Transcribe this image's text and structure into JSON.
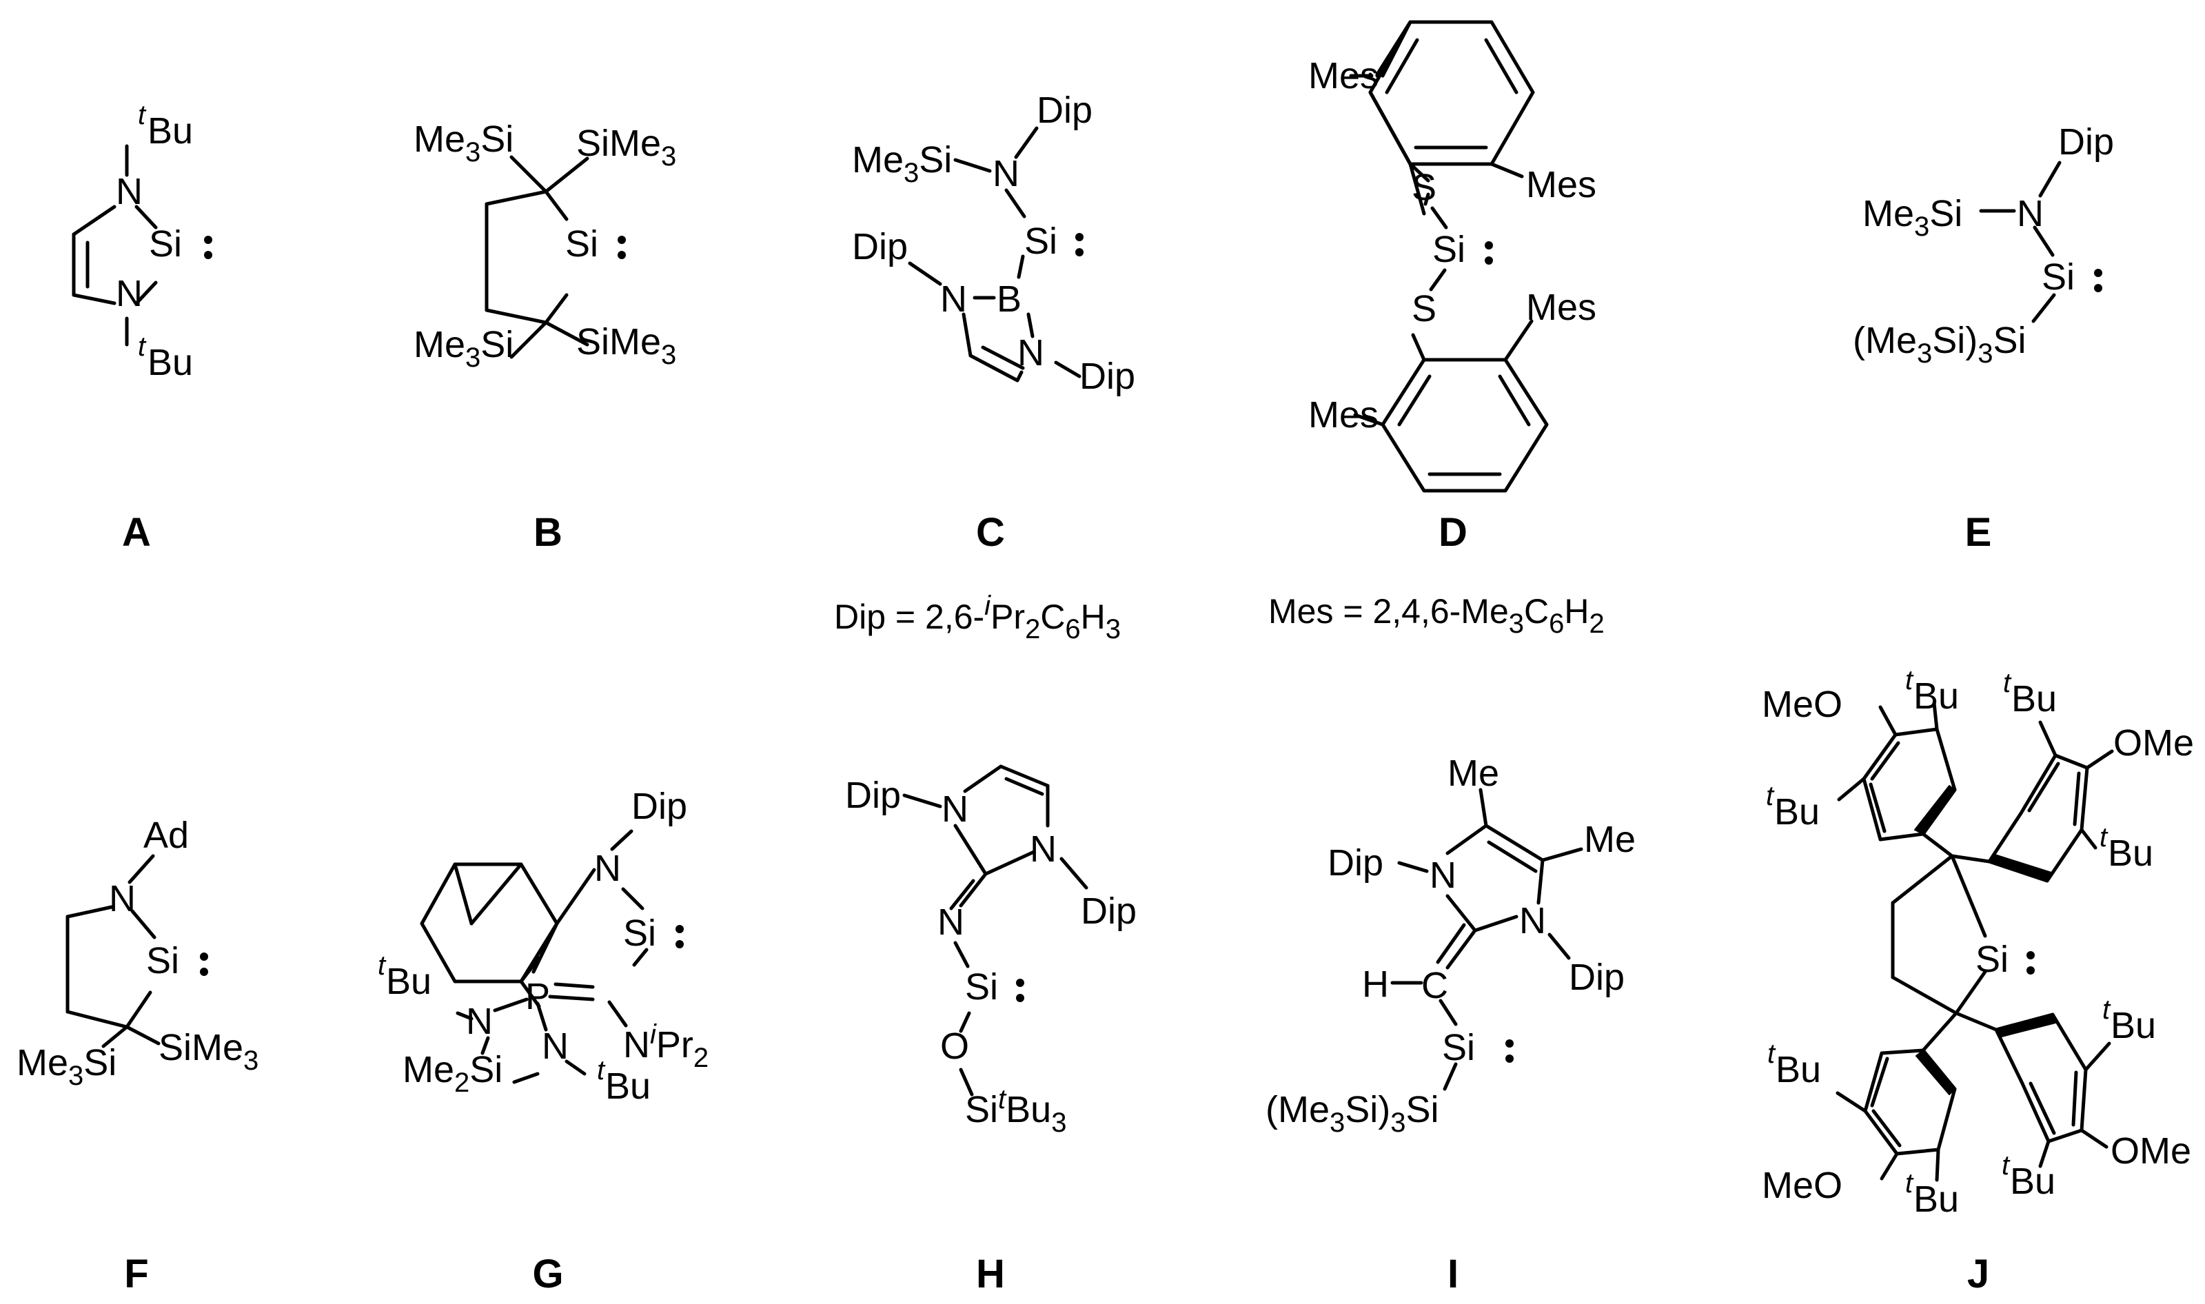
{
  "compounds": {
    "A": {
      "label": "A",
      "atoms": {
        "n_top": "N",
        "n_bot": "N",
        "si": "Si",
        "tbu_top_sup": "t",
        "tbu_top": "Bu",
        "tbu_bot_sup": "t",
        "tbu_bot": "Bu"
      }
    },
    "B": {
      "label": "B",
      "atoms": {
        "si": "Si",
        "tms_tl": "Me",
        "tms_tl_sub": "3",
        "tms_tl_end": "Si",
        "tms_tr": "SiMe",
        "tms_tr_sub": "3",
        "tms_bl": "Me",
        "tms_bl_sub": "3",
        "tms_bl_end": "Si",
        "tms_br": "SiMe",
        "tms_br_sub": "3"
      }
    },
    "C": {
      "label": "C",
      "atoms": {
        "tms": "Me",
        "tms_sub": "3",
        "tms_end": "Si",
        "n_top": "N",
        "dip_top": "Dip",
        "si": "Si",
        "dip_left": "Dip",
        "n_left": "N",
        "b": "B",
        "n_right": "N",
        "dip_right": "Dip"
      }
    },
    "D": {
      "label": "D",
      "atoms": {
        "mes_1": "Mes",
        "mes_2": "Mes",
        "s_top": "S",
        "si": "Si",
        "s_bot": "S",
        "mes_3": "Mes",
        "mes_4": "Mes"
      }
    },
    "E": {
      "label": "E",
      "atoms": {
        "dip": "Dip",
        "tms": "Me",
        "tms_sub": "3",
        "tms_end": "Si",
        "n": "N",
        "si": "Si",
        "hyper": "(Me",
        "hyper_sub1": "3",
        "hyper_mid": "Si)",
        "hyper_sub2": "3",
        "hyper_end": "Si"
      }
    },
    "F": {
      "label": "F",
      "atoms": {
        "ad": "Ad",
        "n": "N",
        "si": "Si",
        "tms_left": "Me",
        "tms_left_sub": "3",
        "tms_left_end": "Si",
        "tms_right": "SiMe",
        "tms_right_sub": "3"
      }
    },
    "G": {
      "label": "G",
      "atoms": {
        "dip": "Dip",
        "n_top": "N",
        "si": "Si",
        "p": "P",
        "tbu_sup": "t",
        "tbu": "Bu",
        "n_left": "N",
        "n_ipr_n": "N",
        "n_ipr_sup": "i",
        "n_ipr": "Pr",
        "n_ipr_sub": "2",
        "sime2": "Me",
        "sime2_sub": "2",
        "sime2_end": "Si",
        "n_bot": "N",
        "tbu2_sup": "t",
        "tbu2": "Bu"
      }
    },
    "H": {
      "label": "H",
      "atoms": {
        "dip_left": "Dip",
        "n_left": "N",
        "n_right": "N",
        "dip_right": "Dip",
        "n_exo": "N",
        "si": "Si",
        "o": "O",
        "silyl": "Si",
        "silyl_sup": "t",
        "silyl_end": "Bu",
        "silyl_sub": "3"
      }
    },
    "I": {
      "label": "I",
      "atoms": {
        "me_top": "Me",
        "me_right": "Me",
        "dip_left": "Dip",
        "n_left": "N",
        "n_right": "N",
        "dip_right": "Dip",
        "h": "H",
        "c": "C",
        "si": "Si",
        "hyper": "(Me",
        "hyper_sub1": "3",
        "hyper_mid": "Si)",
        "hyper_sub2": "3",
        "hyper_end": "Si"
      }
    },
    "J": {
      "label": "J",
      "atoms": {
        "ome_tl": "MeO",
        "tbu_tl_sup": "t",
        "tbu_tl": "Bu",
        "tbu_tl2_sup": "t",
        "tbu_tl2": "Bu",
        "tbu_tr_sup": "t",
        "tbu_tr": "Bu",
        "ome_tr": "OMe",
        "tbu_tr2_sup": "t",
        "tbu_tr2": "Bu",
        "si": "Si",
        "tbu_bl_sup": "t",
        "tbu_bl": "Bu",
        "ome_bl": "MeO",
        "tbu_bl2_sup": "t",
        "tbu_bl2": "Bu",
        "tbu_br_sup": "t",
        "tbu_br": "Bu",
        "ome_br": "OMe",
        "tbu_br2_sup": "t",
        "tbu_br2": "Bu"
      }
    }
  },
  "footnotes": {
    "dip": {
      "text1": "Dip = 2,6-",
      "sup": "i",
      "text2": "Pr",
      "sub1": "2",
      "text3": "C",
      "sub2": "6",
      "text4": "H",
      "sub3": "3"
    },
    "mes": {
      "text1": "Mes = 2,4,6-Me",
      "sub1": "3",
      "text2": "C",
      "sub2": "6",
      "text3": "H",
      "sub3": "2"
    }
  }
}
